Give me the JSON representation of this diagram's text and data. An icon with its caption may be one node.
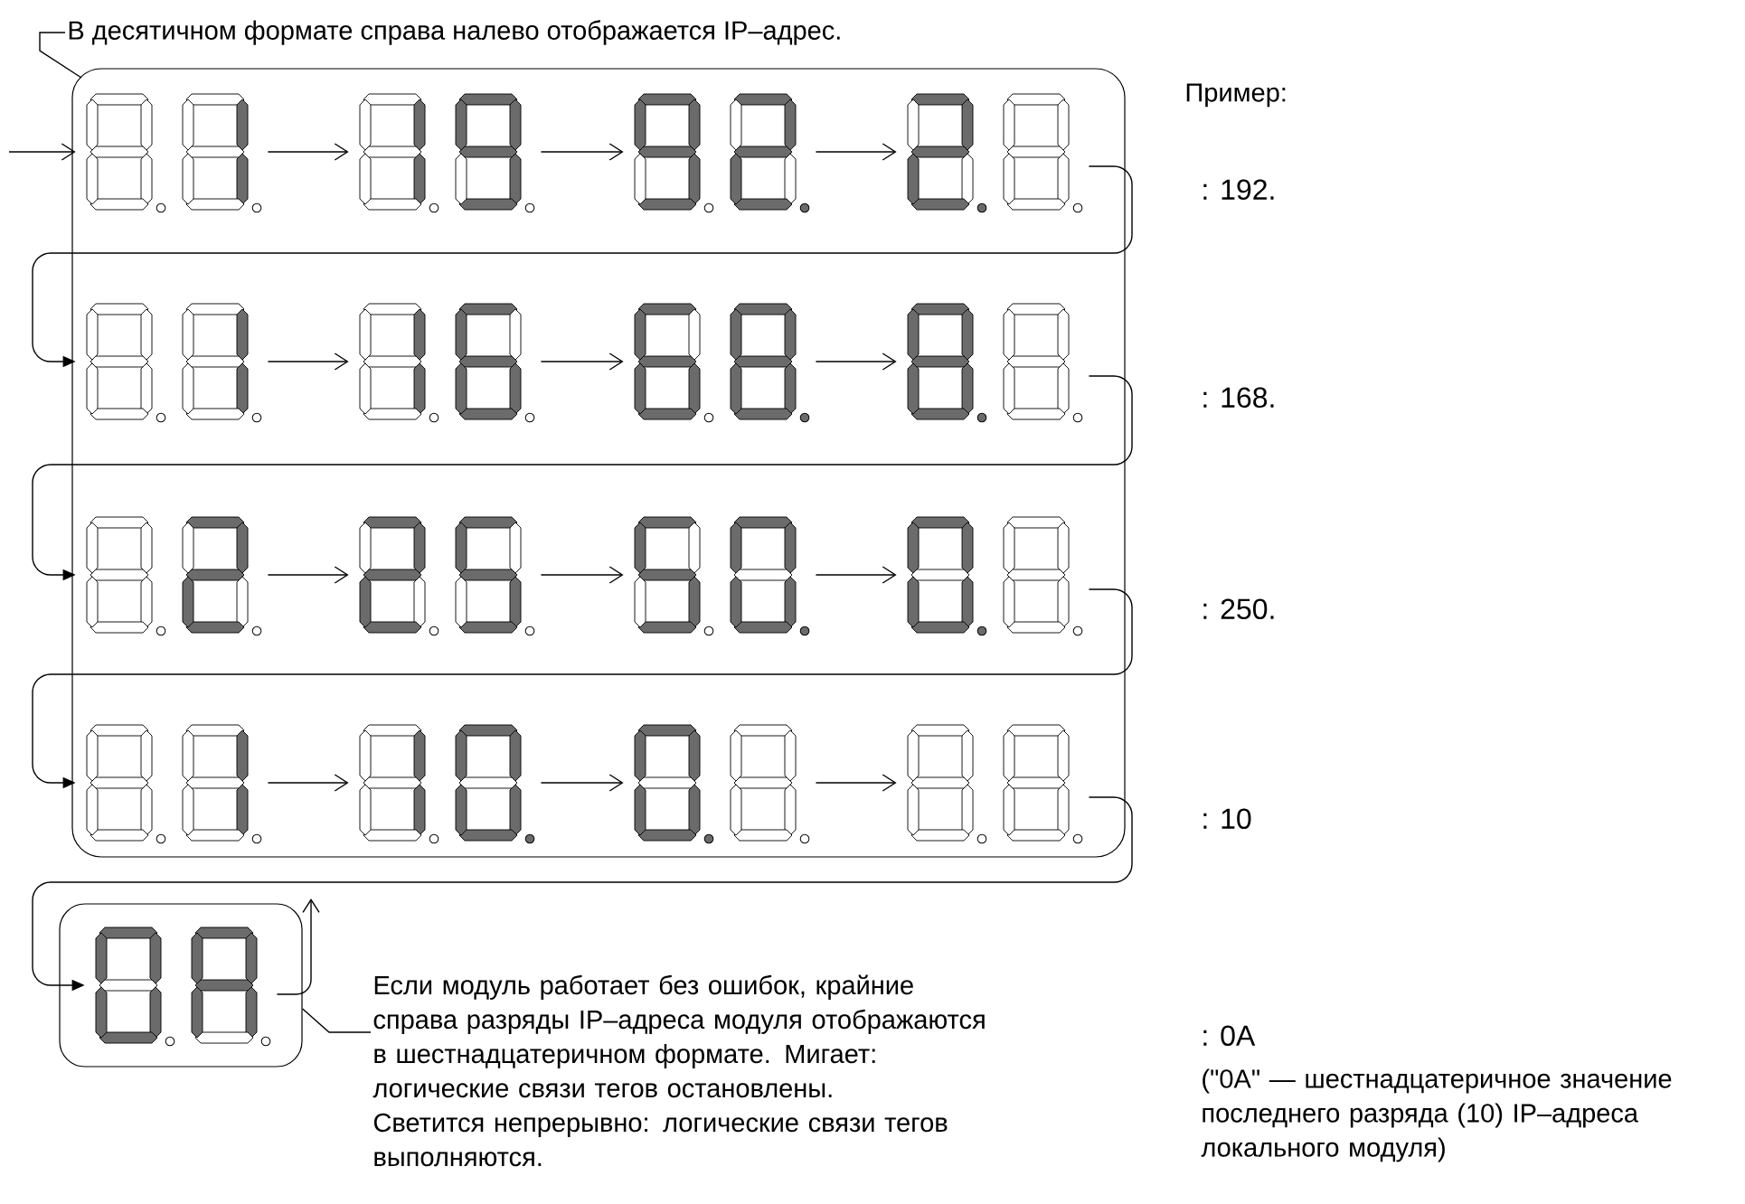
{
  "diagram": {
    "nodes": [
      {
        "text": [
          "В десятичном формате справа налево отображается IP–адрес."
        ]
      },
      {
        "text": [],
        "shape": "box"
      },
      {
        "text": [],
        "shape": "picture",
        "in": 1
      },
      {
        "text": [],
        "shape": "picture",
        "in": 1
      },
      {
        "text": [],
        "shape": "picture",
        "in": 1
      },
      {
        "text": [],
        "shape": "picture",
        "in": 1
      },
      {
        "text": [],
        "shape": "picture",
        "in": 1
      },
      {
        "text": [],
        "shape": "picture",
        "in": 1
      },
      {
        "text": [],
        "shape": "picture",
        "in": 1
      },
      {
        "text": [],
        "shape": "picture",
        "in": 1
      },
      {
        "text": [],
        "shape": "picture",
        "in": 1
      },
      {
        "text": [],
        "shape": "picture",
        "in": 1
      },
      {
        "text": [],
        "shape": "picture",
        "in": 1
      },
      {
        "text": [],
        "shape": "picture",
        "in": 1
      },
      {
        "text": [],
        "shape": "picture",
        "in": 1
      },
      {
        "text": [],
        "shape": "picture",
        "in": 1
      },
      {
        "text": [],
        "shape": "picture",
        "in": 1
      },
      {
        "text": [],
        "shape": "picture",
        "in": 1
      },
      {
        "text": [],
        "shape": "box"
      },
      {
        "text": [],
        "shape": "picture",
        "in": 18
      },
      {
        "text": [
          "Если модуль работает без ошибок, крайние справа разряды IP–адреса модуля отображаются в шестнадцатеричном формате. Мигает: логические связи тегов остановлены. Светится непрерывно: логические связи тегов выполняются."
        ]
      }
    ],
    "edges": [
      {
        "from": 0,
        "to": 1,
        "arrow": "none"
      },
      {
        "from": null,
        "to": 2,
        "arrow": "to"
      },
      {
        "from": 2,
        "to": 3,
        "arrow": "to"
      },
      {
        "from": 3,
        "to": 4,
        "arrow": "to"
      },
      {
        "from": 4,
        "to": 5,
        "arrow": "to"
      },
      {
        "from": 5,
        "to": 6,
        "arrow": "to"
      },
      {
        "from": 6,
        "to": 7,
        "arrow": "to"
      },
      {
        "from": 7,
        "to": 8,
        "arrow": "to"
      },
      {
        "from": 8,
        "to": 9,
        "arrow": "to"
      },
      {
        "from": 9,
        "to": 10,
        "arrow": "to"
      },
      {
        "from": 10,
        "to": 11,
        "arrow": "to"
      },
      {
        "from": 11,
        "to": 12,
        "arrow": "to"
      },
      {
        "from": 12,
        "to": 13,
        "arrow": "to"
      },
      {
        "from": 13,
        "to": 14,
        "arrow": "to"
      },
      {
        "from": 14,
        "to": 15,
        "arrow": "to"
      },
      {
        "from": 15,
        "to": 16,
        "arrow": "to"
      },
      {
        "from": 16,
        "to": 17,
        "arrow": "to"
      },
      {
        "from": 17,
        "to": 19,
        "arrow": "to"
      },
      {
        "from": 19,
        "to": null,
        "arrow": "to"
      },
      {
        "from": 20,
        "to": 18,
        "arrow": "none"
      }
    ],
    "labels": [
      "Пример:",
      ": 192.",
      ": 168.",
      ": 250.",
      ": 10",
      ": 0A",
      "(\"0A\" — шестнадцатеричное значение последнего разряда (10) IP–адреса локального модуля)"
    ]
  }
}
